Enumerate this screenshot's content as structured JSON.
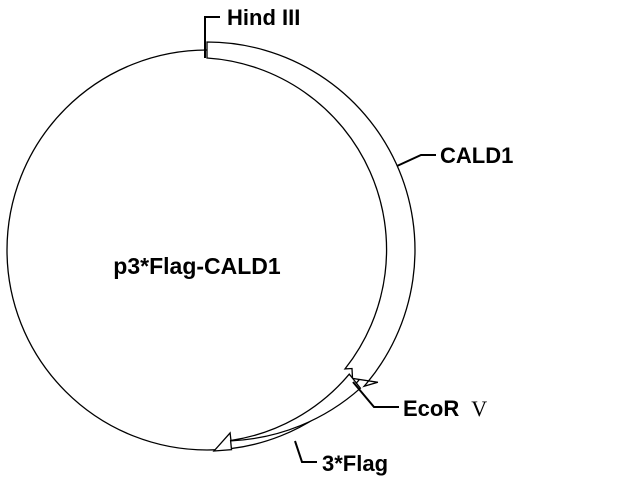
{
  "plasmid": {
    "name": "p3*Flag-CALD1"
  },
  "features": [
    {
      "id": "cald1",
      "label": "CALD1",
      "type": "insert-arrow"
    },
    {
      "id": "flag",
      "label": "3*Flag",
      "type": "tag-arrow"
    }
  ],
  "sites": [
    {
      "id": "hindiii",
      "label": "Hind III"
    },
    {
      "id": "ecorv",
      "label_main": "EcoR",
      "label_numeral": "V"
    }
  ],
  "colors": {
    "line": "#000000",
    "fill": "#ffffff",
    "text": "#000000"
  }
}
